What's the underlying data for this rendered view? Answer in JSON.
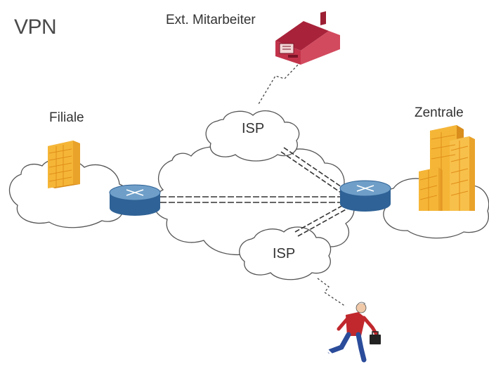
{
  "diagram": {
    "title": "VPN",
    "nodes": {
      "remote_employee": "Ext. Mitarbeiter",
      "branch": "Filiale",
      "headquarters": "Zentrale",
      "isp_top": "ISP",
      "isp_bottom": "ISP"
    },
    "colors": {
      "building": "#f5b637",
      "building_dark": "#d98d1c",
      "router_top": "#6f9fc9",
      "router_side": "#2f6296",
      "house": "#c2334a",
      "person_shirt": "#c0282d",
      "person_pants": "#2b4c9a",
      "cloud_stroke": "#555555",
      "tunnel": "#333333"
    },
    "icons": [
      "house-icon",
      "office-building-icon",
      "router-icon",
      "cloud-icon",
      "mobile-user-icon",
      "lightning-link-icon"
    ]
  }
}
